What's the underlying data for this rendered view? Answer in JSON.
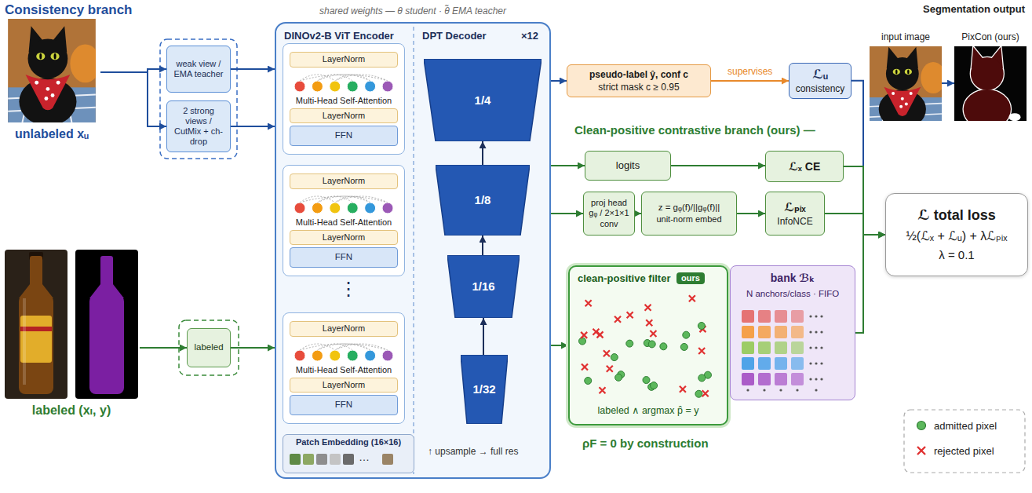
{
  "diagram": {
    "nodes": [
      {
        "text": [
          "unlabeled xᵤ"
        ]
      },
      {
        "text": [
          "weak view / EMA teacher"
        ]
      },
      {
        "text": [
          "2 strong views / CutMix + ch-drop"
        ]
      },
      {
        "text": [
          "labeled (xₗ, y)"
        ]
      },
      {
        "text": [
          "labeled"
        ]
      },
      {
        "text": [
          "shared weights — θ student · θ̃ EMA teacher",
          "DINOv2-B ViT Encoder",
          "DPT Decoder",
          "×12"
        ]
      },
      {
        "text": [
          "LayerNorm",
          "Multi-Head Self-Attention",
          "LayerNorm",
          "FFN"
        ],
        "in": 5
      },
      {
        "text": [
          "LayerNorm",
          "Multi-Head Self-Attention",
          "LayerNorm",
          "FFN"
        ],
        "in": 5
      },
      {
        "text": [
          "LayerNorm",
          "Multi-Head Self-Attention",
          "LayerNorm",
          "FFN"
        ],
        "in": 5
      },
      {
        "text": [
          "Patch Embedding (16×16)",
          "…"
        ],
        "in": 5
      },
      {
        "text": [
          "1/4"
        ],
        "in": 5
      },
      {
        "text": [
          "1/8"
        ],
        "in": 5
      },
      {
        "text": [
          "1/16"
        ],
        "in": 5
      },
      {
        "text": [
          "1/32"
        ],
        "in": 5
      },
      {
        "text": [
          "pseudo-label ŷ, conf c",
          "strict mask c ≥ 0.95"
        ]
      },
      {
        "text": [
          "ℒᵤ",
          "consistency"
        ]
      },
      {
        "text": [
          "logits"
        ]
      },
      {
        "text": [
          "ℒₓ CE"
        ]
      },
      {
        "text": [
          "proj head gᵩ / 2×1×1 conv"
        ]
      },
      {
        "text": [
          "z = gᵩ(f)/||gᵩ(f)||",
          "unit-norm embed"
        ]
      },
      {
        "text": [
          "ℒₚᵢₓ",
          "InfoNCE"
        ]
      },
      {
        "text": [
          "clean-positive filter",
          "ours",
          "labeled ∧ argmax p̂ = y"
        ]
      },
      {
        "text": [
          "bank ℬₖ",
          "N anchors/class · FIFO"
        ]
      },
      {
        "text": [
          "ℒ total loss",
          "½(ℒₓ + ℒᵤ) + λℒₚᵢₓ",
          "λ = 0.1"
        ]
      },
      {
        "text": [
          "input image"
        ]
      },
      {
        "text": [
          "PixCon (ours)"
        ]
      }
    ],
    "edges": [
      {
        "from": 0,
        "to": 1,
        "arrow": "to"
      },
      {
        "from": 0,
        "to": 2,
        "arrow": "to"
      },
      {
        "from": 1,
        "to": 5,
        "arrow": "to"
      },
      {
        "from": 2,
        "to": 5,
        "arrow": "to"
      },
      {
        "from": 3,
        "to": 4,
        "arrow": "to"
      },
      {
        "from": 4,
        "to": 5,
        "arrow": "to"
      },
      {
        "from": 13,
        "to": 12,
        "arrow": "to"
      },
      {
        "from": 12,
        "to": 11,
        "arrow": "to"
      },
      {
        "from": 11,
        "to": 10,
        "arrow": "to"
      },
      {
        "from": 5,
        "to": 14,
        "arrow": "to"
      },
      {
        "from": 14,
        "to": 15,
        "label": "supervises",
        "arrow": "to"
      },
      {
        "from": 5,
        "to": 16,
        "arrow": "to"
      },
      {
        "from": 16,
        "to": 17,
        "arrow": "to"
      },
      {
        "from": 5,
        "to": 18,
        "arrow": "to"
      },
      {
        "from": 18,
        "to": 19,
        "arrow": "to"
      },
      {
        "from": 19,
        "to": 20,
        "arrow": "to"
      },
      {
        "from": 5,
        "to": 21,
        "arrow": "to"
      },
      {
        "from": 21,
        "to": 22,
        "arrow": "to"
      },
      {
        "from": 15,
        "to": 23,
        "arrow": "to"
      },
      {
        "from": 17,
        "to": 23,
        "arrow": "to"
      },
      {
        "from": 20,
        "to": 23,
        "arrow": "to"
      },
      {
        "from": 22,
        "to": 23,
        "arrow": "to"
      },
      {
        "from": 24,
        "to": 25,
        "arrow": "to"
      }
    ],
    "labels": [
      "Consistency branch",
      "Segmentation output",
      "Clean-positive contrastive branch (ours) —",
      "⋮",
      "↑ upsample → full res",
      "ρF = 0 by construction"
    ],
    "legend": [
      {
        "text": "admitted pixel"
      },
      {
        "text": "rejected pixel"
      }
    ]
  }
}
